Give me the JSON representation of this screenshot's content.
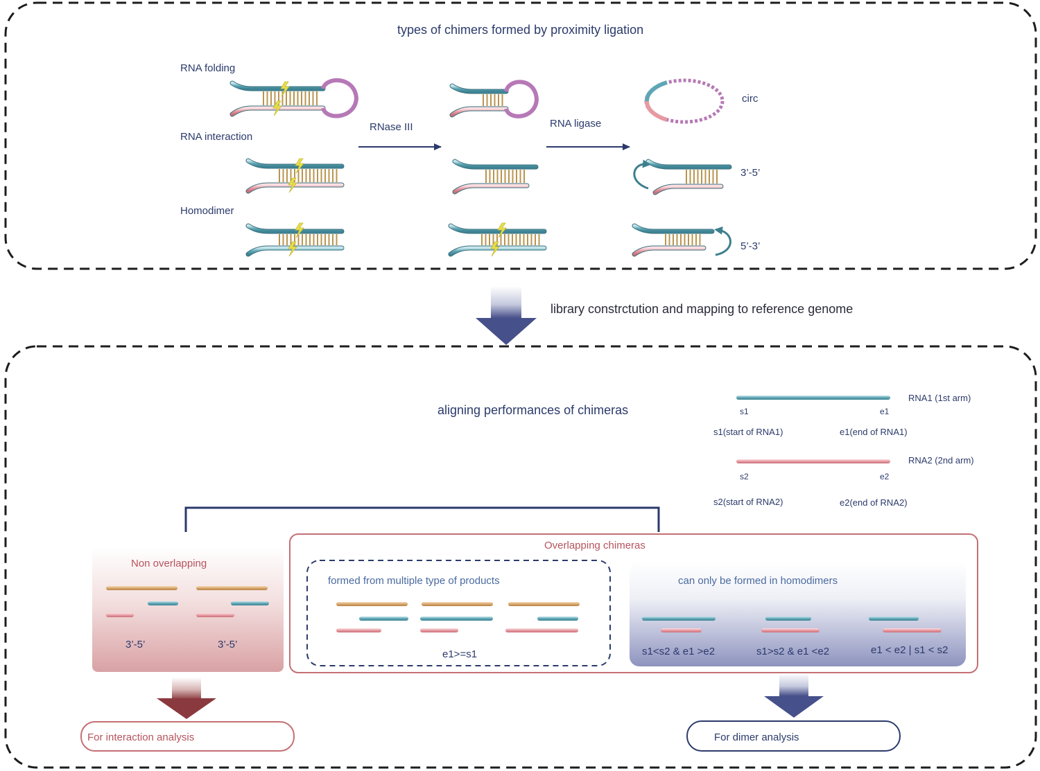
{
  "top_panel": {
    "title": "types of chimers formed by proximity ligation",
    "row_labels": [
      "RNA folding",
      "RNA interaction",
      "Homodimer"
    ],
    "step1_label": "RNase III",
    "step2_label": "RNA ligase",
    "product_labels": [
      "circ",
      "3’-5’",
      "5’-3’"
    ]
  },
  "middle": {
    "step_label": "library constrctution and mapping to reference genome"
  },
  "bottom_panel": {
    "title": "aligning performances of chimeras",
    "legend": {
      "rna1_label": "RNA1 (1st arm)",
      "s1": "s1",
      "e1": "e1",
      "s1_desc": "s1(start of RNA1)",
      "e1_desc": "e1(end of RNA1)",
      "rna2_label": "RNA2 (2nd arm)",
      "s2": "s2",
      "e2": "e2",
      "s2_desc": "s2(start of RNA2)",
      "e2_desc": "e2(end of RNA2)"
    },
    "non_overlapping": {
      "title": "Non overlapping",
      "captions": [
        "3’-5’",
        "3’-5’"
      ]
    },
    "overlapping": {
      "title": "Overlapping chimeras",
      "multi_title": "formed from multiple type of products",
      "multi_condition": "e1>=s1",
      "homodimer_title": "can only be formed in homodimers",
      "homodimer_conditions": [
        "s1<s2 & e1 >e2",
        "s1>s2 & e1 <e2",
        "e1 < e2 | s1 < s2"
      ]
    },
    "outcomes": {
      "interaction": "For interaction analysis",
      "dimer": "For dimer analysis"
    }
  },
  "colors": {
    "navy": "#2b3a6b",
    "rose": "#b5535c",
    "teal": "#5fa6b5",
    "pink": "#e79aa2",
    "tan": "#d8a56a",
    "purple": "#b679b6",
    "bolt": "#e8e04a"
  }
}
